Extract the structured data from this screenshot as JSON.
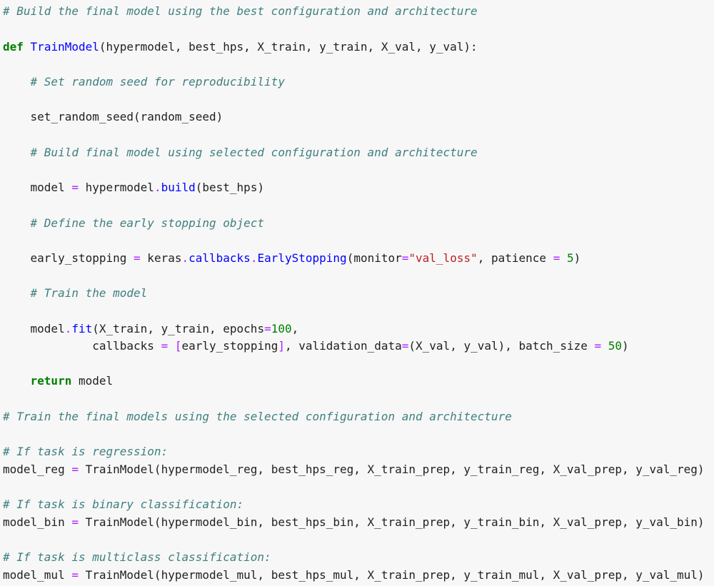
{
  "editor": {
    "lines": [
      [
        [
          "c",
          "# Build the final model using the best configuration and architecture"
        ]
      ],
      [
        [
          "k",
          "def"
        ],
        [
          "p",
          " "
        ],
        [
          "f",
          "TrainModel"
        ],
        [
          "p",
          "(hypermodel, best_hps, X_train, y_train, X_val, y_val):"
        ]
      ],
      [
        [
          "p",
          "    "
        ],
        [
          "c",
          "# Set random seed for reproducibility"
        ]
      ],
      [
        [
          "p",
          "    set_random_seed(random_seed)"
        ]
      ],
      [
        [
          "p",
          "    "
        ],
        [
          "c",
          "# Build final model using selected configuration and architecture"
        ]
      ],
      [
        [
          "p",
          "    model "
        ],
        [
          "o",
          "="
        ],
        [
          "p",
          " hypermodel"
        ],
        [
          "o",
          "."
        ],
        [
          "a",
          "build"
        ],
        [
          "p",
          "(best_hps)"
        ]
      ],
      [
        [
          "p",
          "    "
        ],
        [
          "c",
          "# Define the early stopping object"
        ]
      ],
      [
        [
          "p",
          "    early_stopping "
        ],
        [
          "o",
          "="
        ],
        [
          "p",
          " keras"
        ],
        [
          "o",
          "."
        ],
        [
          "a",
          "callbacks"
        ],
        [
          "o",
          "."
        ],
        [
          "a",
          "EarlyStopping"
        ],
        [
          "p",
          "(monitor"
        ],
        [
          "o",
          "="
        ],
        [
          "s",
          "\"val_loss\""
        ],
        [
          "p",
          ", patience "
        ],
        [
          "o",
          "="
        ],
        [
          "p",
          " "
        ],
        [
          "n",
          "5"
        ],
        [
          "p",
          ")"
        ]
      ],
      [
        [
          "p",
          "    "
        ],
        [
          "c",
          "# Train the model"
        ]
      ],
      [
        [
          "p",
          "    model"
        ],
        [
          "o",
          "."
        ],
        [
          "a",
          "fit"
        ],
        [
          "p",
          "(X_train, y_train, epochs"
        ],
        [
          "o",
          "="
        ],
        [
          "n",
          "100"
        ],
        [
          "p",
          ","
        ]
      ],
      [
        [
          "p",
          "             callbacks "
        ],
        [
          "o",
          "="
        ],
        [
          "p",
          " "
        ],
        [
          "o",
          "["
        ],
        [
          "p",
          "early_stopping"
        ],
        [
          "o",
          "]"
        ],
        [
          "p",
          ", validation_data"
        ],
        [
          "o",
          "="
        ],
        [
          "p",
          "(X_val, y_val), batch_size "
        ],
        [
          "o",
          "="
        ],
        [
          "p",
          " "
        ],
        [
          "n",
          "50"
        ],
        [
          "p",
          ")"
        ]
      ],
      [
        [
          "p",
          "    "
        ],
        [
          "k",
          "return"
        ],
        [
          "p",
          " model"
        ]
      ],
      [
        [
          "c",
          "# Train the final models using the selected configuration and architecture"
        ]
      ],
      [
        [
          "c",
          "# If task is regression:"
        ]
      ],
      [
        [
          "p",
          "model_reg "
        ],
        [
          "o",
          "="
        ],
        [
          "p",
          " TrainModel(hypermodel_reg, best_hps_reg, X_train_prep, y_train_reg, X_val_prep, y_val_reg)"
        ]
      ],
      [
        [
          "c",
          "# If task is binary classification:"
        ]
      ],
      [
        [
          "p",
          "model_bin "
        ],
        [
          "o",
          "="
        ],
        [
          "p",
          " TrainModel(hypermodel_bin, best_hps_bin, X_train_prep, y_train_bin, X_val_prep, y_val_bin)"
        ]
      ],
      [
        [
          "c",
          "# If task is multiclass classification:"
        ]
      ],
      [
        [
          "p",
          "model_mul "
        ],
        [
          "o",
          "="
        ],
        [
          "p",
          " TrainModel(hypermodel_mul, best_hps_mul, X_train_prep, y_train_mul, X_val_prep, y_val_mul)"
        ]
      ]
    ]
  },
  "colors": {
    "background": "#f7f7f7",
    "plain": "#1f1f1f",
    "comment": "#3f7f7f",
    "keyword": "#008000",
    "function_name": "#0000ff",
    "attribute": "#0000ff",
    "string": "#ba2121",
    "number": "#008000",
    "operator": "#aa22ff"
  }
}
